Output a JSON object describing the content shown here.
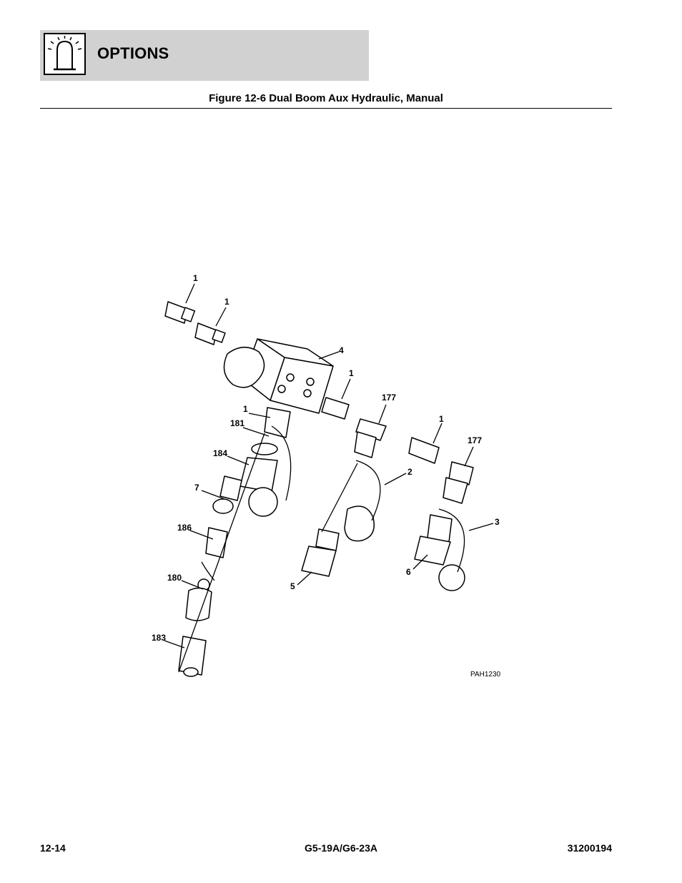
{
  "header": {
    "section_title": "OPTIONS",
    "icon": "warning-beacon-icon",
    "band_color": "#d1d1d1"
  },
  "figure": {
    "caption": "Figure 12-6 Dual Boom Aux Hydraulic, Manual",
    "id": "PAH1230",
    "callouts": [
      "1",
      "1",
      "4",
      "1",
      "177",
      "1",
      "177",
      "181",
      "1",
      "184",
      "2",
      "7",
      "3",
      "186",
      "6",
      "5",
      "180",
      "183"
    ]
  },
  "footer": {
    "page_number": "12-14",
    "model": "G5-19A/G6-23A",
    "doc_number": "31200194"
  }
}
